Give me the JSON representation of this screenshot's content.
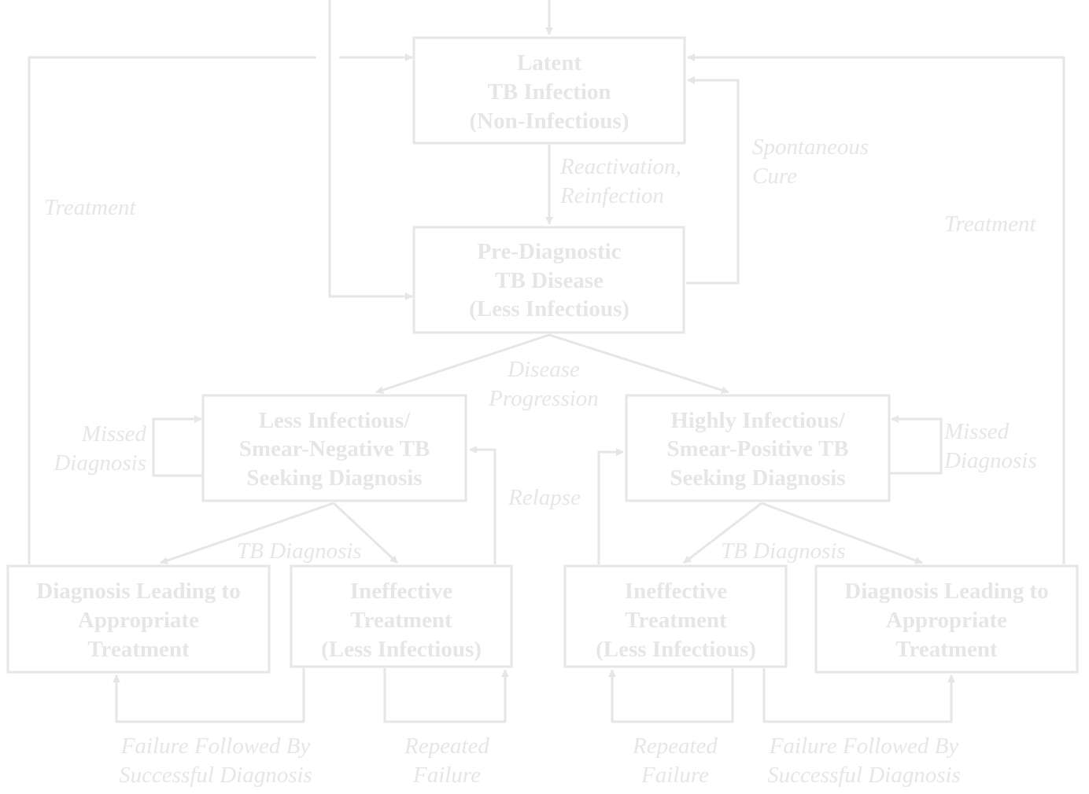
{
  "colors": {
    "line": "#e6e6e6",
    "text": "#e6e6e6",
    "background": "#ffffff"
  },
  "nodes": {
    "latent": {
      "lines": [
        "Latent",
        "TB Infection",
        "(Non-Infectious)"
      ]
    },
    "prediag": {
      "lines": [
        "Pre-Diagnostic",
        "TB Disease",
        "(Less Infectious)"
      ]
    },
    "less_inf": {
      "lines": [
        "Less Infectious/",
        "Smear-Negative TB",
        "Seeking Diagnosis"
      ]
    },
    "high_inf": {
      "lines": [
        "Highly Infectious/",
        "Smear-Positive TB",
        "Seeking Diagnosis"
      ]
    },
    "diag_left": {
      "lines": [
        "Diagnosis Leading to",
        "Appropriate",
        "Treatment"
      ]
    },
    "ineff_left": {
      "lines": [
        "Ineffective",
        "Treatment",
        "(Less Infectious)"
      ]
    },
    "ineff_right": {
      "lines": [
        "Ineffective",
        "Treatment",
        "(Less Infectious)"
      ]
    },
    "diag_right": {
      "lines": [
        "Diagnosis Leading to",
        "Appropriate",
        "Treatment"
      ]
    }
  },
  "edge_labels": {
    "reactivation": [
      "Reactivation,",
      "Reinfection"
    ],
    "spontaneous_cure": [
      "Spontaneous",
      "Cure"
    ],
    "treatment_left": [
      "Treatment"
    ],
    "treatment_right": [
      "Treatment"
    ],
    "disease_progression": [
      "Disease",
      "Progression"
    ],
    "missed_left": [
      "Missed",
      "Diagnosis"
    ],
    "missed_right": [
      "Missed",
      "Diagnosis"
    ],
    "relapse": [
      "Relapse"
    ],
    "tb_diagnosis_left": [
      "TB Diagnosis"
    ],
    "tb_diagnosis_right": [
      "TB Diagnosis"
    ],
    "failure_success_left": [
      "Failure Followed By",
      "Successful Diagnosis"
    ],
    "repeated_failure_left": [
      "Repeated",
      "Failure"
    ],
    "repeated_failure_right": [
      "Repeated",
      "Failure"
    ],
    "failure_success_right": [
      "Failure Followed By",
      "Successful Diagnosis"
    ]
  }
}
